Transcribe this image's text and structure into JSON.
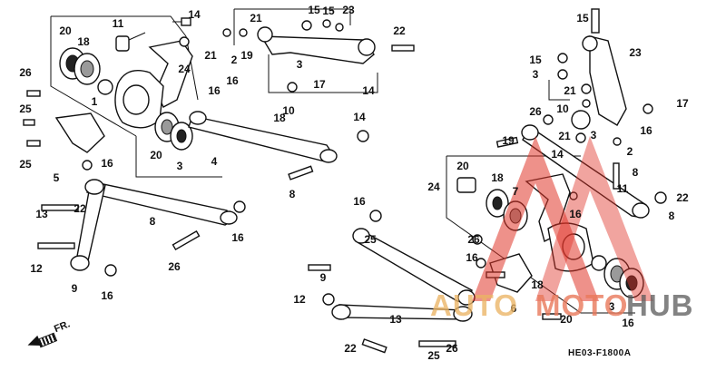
{
  "diagram": {
    "code": "HE03-F1800A",
    "front_label": "FR.",
    "watermark": {
      "part1": "AUTO",
      "part2": "MOTO",
      "part3": "HUB"
    },
    "colors": {
      "watermark_red": "#e0362a",
      "watermark_orange": "#ebb464",
      "ink": "#111111"
    },
    "callouts": [
      "20",
      "18",
      "11",
      "14",
      "24",
      "26",
      "25",
      "25",
      "1",
      "5",
      "16",
      "22",
      "13",
      "12",
      "9",
      "8",
      "4",
      "16",
      "16",
      "26",
      "8",
      "18",
      "20",
      "3",
      "21",
      "2",
      "19",
      "21",
      "3",
      "15",
      "15",
      "23",
      "17",
      "10",
      "14",
      "22",
      "16",
      "16",
      "14",
      "15",
      "15",
      "3",
      "21",
      "10",
      "23",
      "17",
      "16",
      "26",
      "19",
      "21",
      "3",
      "2",
      "14",
      "8",
      "11",
      "20",
      "18",
      "7",
      "24",
      "16",
      "22",
      "8",
      "16",
      "25",
      "26",
      "16",
      "9",
      "12",
      "13",
      "22",
      "25",
      "26",
      "6",
      "18",
      "20",
      "3",
      "16"
    ]
  }
}
